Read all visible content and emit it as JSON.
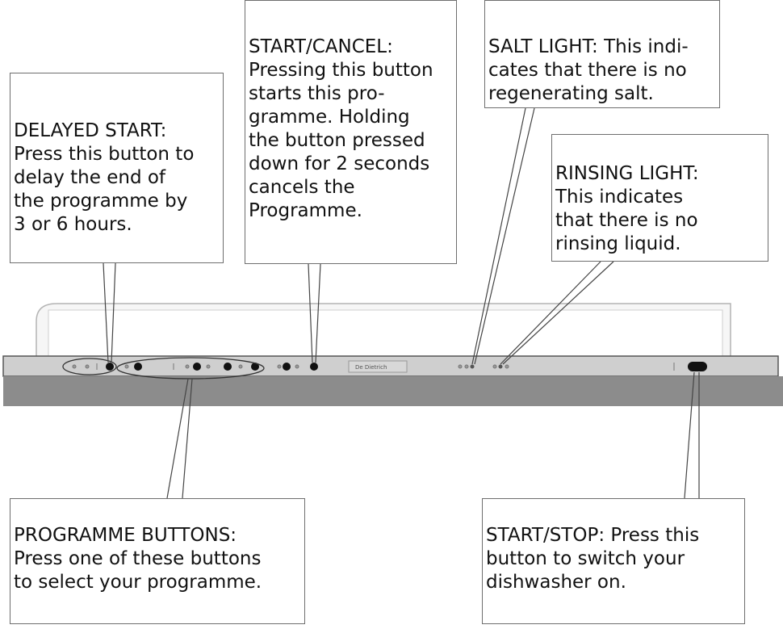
{
  "callouts": {
    "delayed_start": "DELAYED START:\nPress this button to\ndelay the end of\nthe programme by\n3 or 6 hours.",
    "start_cancel": "START/CANCEL:\nPressing this button\nstarts this pro-\ngramme. Holding\nthe button pressed\ndown for 2 seconds\ncancels the\nProgramme.",
    "salt_light": "SALT LIGHT: This indi-\ncates that there is no\nregenerating salt.",
    "rinsing_light": "RINSING LIGHT:\nThis indicates\nthat there is no\nrinsing liquid.",
    "programme_buttons": "PROGRAMME BUTTONS:\nPress one of these buttons\nto select your programme.",
    "start_stop": "START/STOP: Press this\nbutton to switch your\ndishwasher on."
  },
  "panel": {
    "brand": "De Dietrich"
  }
}
